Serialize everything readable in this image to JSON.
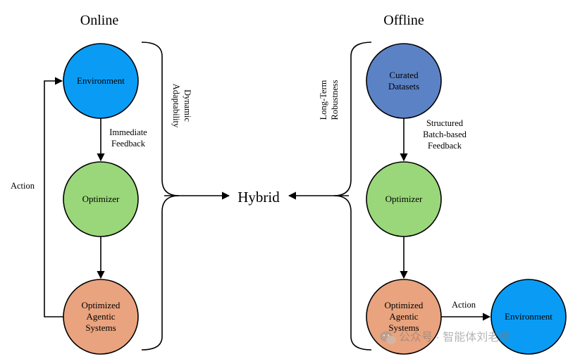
{
  "online": {
    "title": "Online",
    "nodes": {
      "environment": "Environment",
      "optimizer": "Optimizer",
      "agentic": [
        "Optimized",
        "Agentic",
        "Systems"
      ]
    },
    "edge_feedback": [
      "Immediate",
      "Feedback"
    ],
    "edge_action": "Action",
    "bracket_label": [
      "Dynamic",
      "Adaptability"
    ]
  },
  "offline": {
    "title": "Offline",
    "nodes": {
      "datasets": [
        "Curated",
        "Datasets"
      ],
      "optimizer": "Optimizer",
      "agentic": [
        "Optimized",
        "Agentic",
        "Systems"
      ],
      "environment": "Environment"
    },
    "edge_feedback": [
      "Structured",
      "Batch-based",
      "Feedback"
    ],
    "edge_action": "Action",
    "bracket_label": [
      "Long-Term",
      "Robustness"
    ]
  },
  "center": {
    "label": "Hybrid"
  },
  "watermark": {
    "text": "公众号 · 智能体刘老师",
    "icon": "wechat-icon"
  },
  "colors": {
    "environment": "#0a9cf5",
    "optimizer": "#9ad77b",
    "agentic": "#e9a37e",
    "datasets": "#5b82c5",
    "stroke": "#000000"
  }
}
